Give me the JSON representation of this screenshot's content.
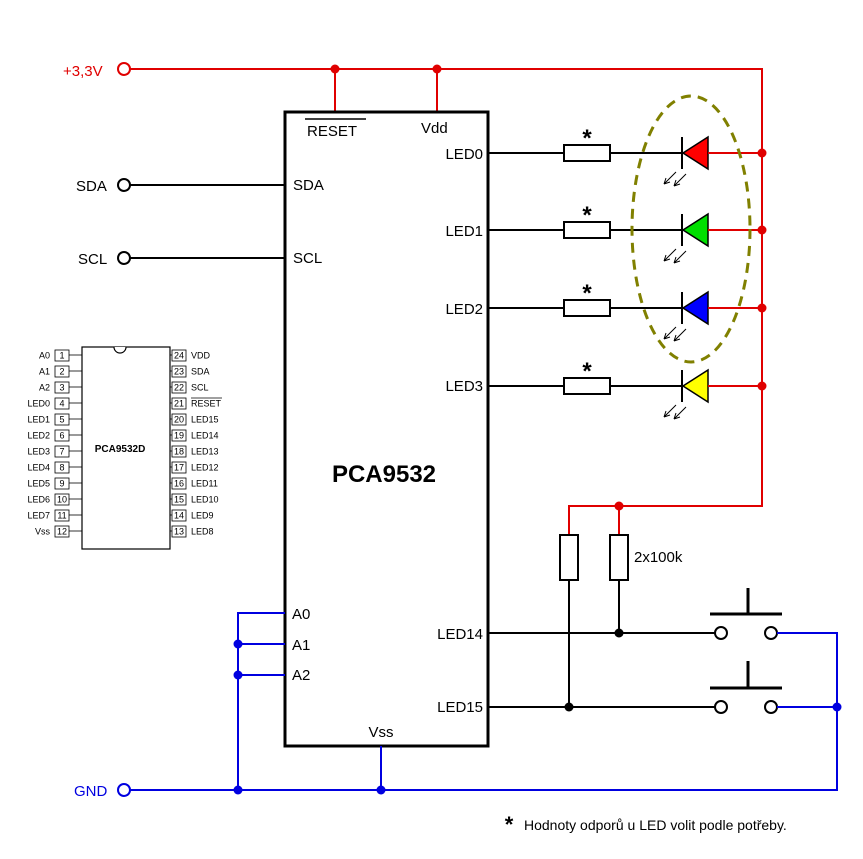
{
  "power": {
    "vcc_label": "+3,3V",
    "gnd_label": "GND"
  },
  "colors": {
    "vcc_wire": "#e00000",
    "gnd_wire": "#0000e0",
    "signal_wire": "#000000",
    "led0": "#ff0000",
    "led1": "#00e000",
    "led2": "#0000ff",
    "led3": "#ffff00",
    "highlight_ellipse": "#808000"
  },
  "external_labels": {
    "sda": "SDA",
    "scl": "SCL"
  },
  "chip": {
    "name": "PCA9532",
    "pins_left": {
      "reset": "RESET",
      "sda": "SDA",
      "scl": "SCL",
      "a0": "A0",
      "a1": "A1",
      "a2": "A2"
    },
    "pins_top": {
      "vdd": "Vdd"
    },
    "pins_right": {
      "led0": "LED0",
      "led1": "LED1",
      "led2": "LED2",
      "led3": "LED3",
      "led14": "LED14",
      "led15": "LED15"
    },
    "pins_bottom": {
      "vss": "Vss"
    }
  },
  "resistor_marks": {
    "star": "*"
  },
  "pullups": {
    "label": "2x100k"
  },
  "package": {
    "name": "PCA9532D",
    "left_pins": [
      {
        "num": "1",
        "name": "A0"
      },
      {
        "num": "2",
        "name": "A1"
      },
      {
        "num": "3",
        "name": "A2"
      },
      {
        "num": "4",
        "name": "LED0"
      },
      {
        "num": "5",
        "name": "LED1"
      },
      {
        "num": "6",
        "name": "LED2"
      },
      {
        "num": "7",
        "name": "LED3"
      },
      {
        "num": "8",
        "name": "LED4"
      },
      {
        "num": "9",
        "name": "LED5"
      },
      {
        "num": "10",
        "name": "LED6"
      },
      {
        "num": "11",
        "name": "LED7"
      },
      {
        "num": "12",
        "name": "Vss"
      }
    ],
    "right_pins": [
      {
        "num": "24",
        "name": "VDD"
      },
      {
        "num": "23",
        "name": "SDA"
      },
      {
        "num": "22",
        "name": "SCL"
      },
      {
        "num": "21",
        "name": "RESET"
      },
      {
        "num": "20",
        "name": "LED15"
      },
      {
        "num": "19",
        "name": "LED14"
      },
      {
        "num": "18",
        "name": "LED13"
      },
      {
        "num": "17",
        "name": "LED12"
      },
      {
        "num": "16",
        "name": "LED11"
      },
      {
        "num": "15",
        "name": "LED10"
      },
      {
        "num": "14",
        "name": "LED9"
      },
      {
        "num": "13",
        "name": "LED8"
      }
    ]
  },
  "note": {
    "star": "*",
    "text": "Hodnoty odporů u LED volit podle potřeby."
  }
}
